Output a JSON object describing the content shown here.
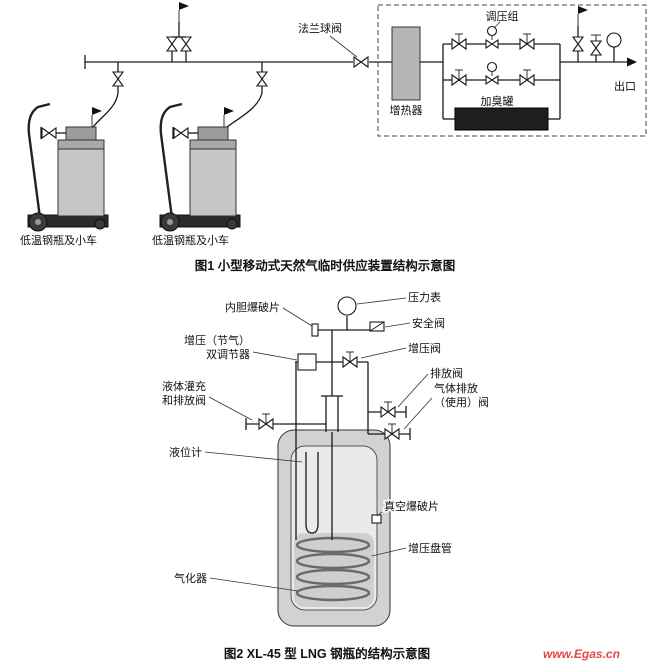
{
  "figure1": {
    "caption": "图1  小型移动式天然气临时供应装置结构示意图",
    "labels": {
      "flange_ball_valve": "法兰球阀",
      "regulator_group": "调压组",
      "heater": "增热器",
      "odorant_tank": "加臭罐",
      "outlet": "出口",
      "cart1": "低温钢瓶及小车",
      "cart2": "低温钢瓶及小车"
    }
  },
  "figure2": {
    "caption": "图2  XL-45 型 LNG 钢瓶的结构示意图",
    "labels": {
      "pressure_gauge": "压力表",
      "inner_burst_disc": "内胆爆破片",
      "safety_valve": "安全阀",
      "boost_regulator_l1": "增压（节气）",
      "boost_regulator_l2": "双调节器",
      "boost_valve": "增压阀",
      "drain_valve": "排放阀",
      "fill_valve_l1": "液体灌充",
      "fill_valve_l2": "和排放阀",
      "gas_use_valve_l1": "气体排放",
      "gas_use_valve_l2": "（使用）阀",
      "level_gauge": "液位计",
      "vacuum_burst_disc": "真空爆破片",
      "boost_coil": "增压盘管",
      "vaporizer": "气化器"
    }
  },
  "watermark": "www.Egas.cn"
}
